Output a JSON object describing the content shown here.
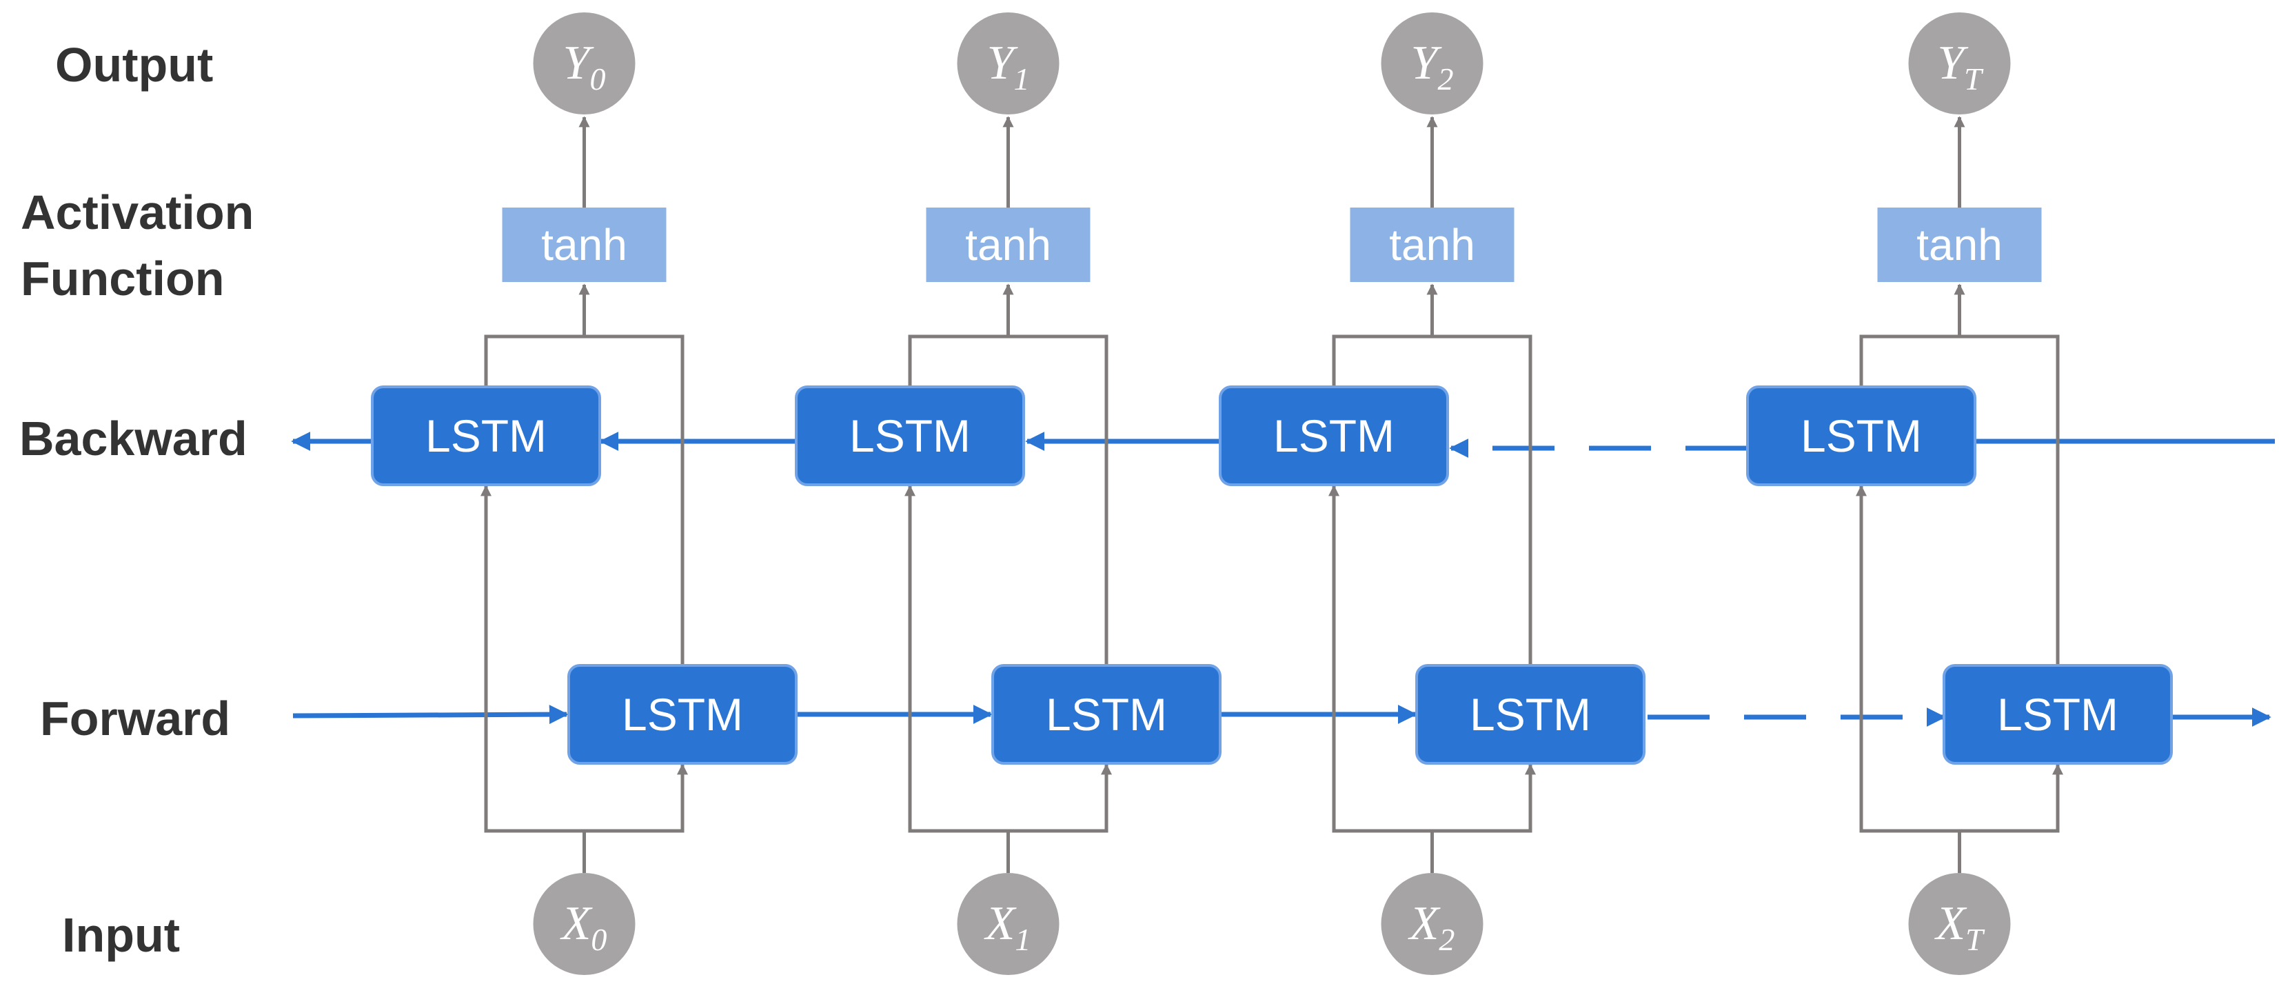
{
  "row_labels": {
    "output": "Output",
    "activation_line1": "Activation",
    "activation_line2": "Function",
    "backward": "Backward",
    "forward": "Forward",
    "input": "Input"
  },
  "lstm_label": "LSTM",
  "activation_label": "tanh",
  "steps": [
    {
      "output_var": "Y",
      "output_sub": "0",
      "input_var": "X",
      "input_sub": "0"
    },
    {
      "output_var": "Y",
      "output_sub": "1",
      "input_var": "X",
      "input_sub": "1"
    },
    {
      "output_var": "Y",
      "output_sub": "2",
      "input_var": "X",
      "input_sub": "2"
    },
    {
      "output_var": "Y",
      "output_sub": "T",
      "input_var": "X",
      "input_sub": "T"
    }
  ],
  "colors": {
    "lstm_fill": "#2a75d3",
    "lstm_stroke": "#6fa2e6",
    "tanh_fill": "#8db3e6",
    "node_fill": "#a6a4a4",
    "connector": "#7f7b7b",
    "recurrent_arrow": "#2a75d3",
    "label_text": "#333333"
  },
  "icons": {
    "state_node": "circle",
    "connection": "arrow"
  }
}
